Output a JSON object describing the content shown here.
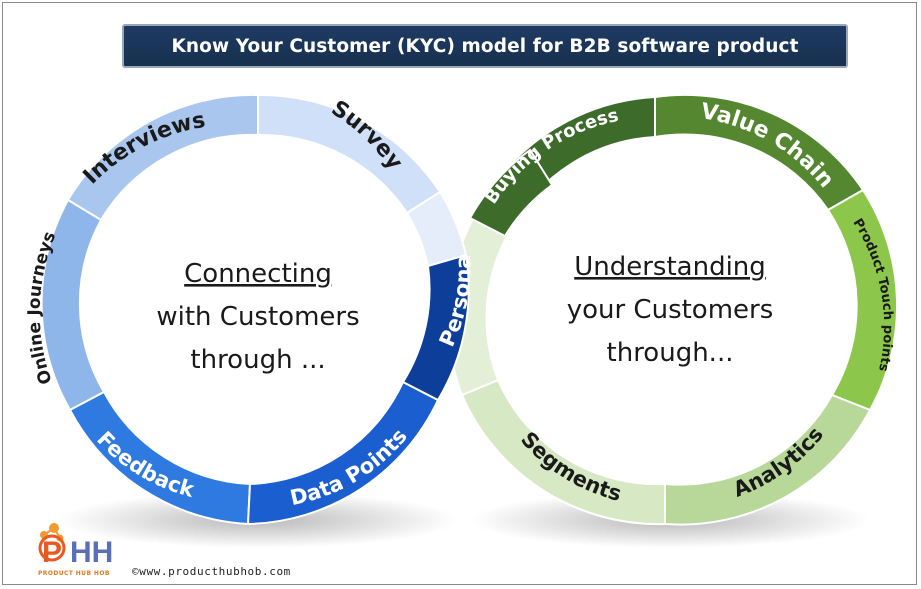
{
  "title": "Know Your Customer (KYC) model for B2B software product",
  "left_ring": {
    "center": {
      "line1": "Connecting",
      "line2": "with Customers",
      "line3": "through ..."
    },
    "segments": [
      {
        "label": "Interviews",
        "color": "#a9c6ee"
      },
      {
        "label": "Survey",
        "color": "#cfe0f8"
      },
      {
        "label": "Online  Journeys",
        "color": "#8fb6ea"
      },
      {
        "label": "Feedback",
        "color": "#2f7ae0"
      },
      {
        "label": "Data Points",
        "color": "#1a5ed0"
      },
      {
        "label": "Persona",
        "color": "#0d3f9a"
      }
    ]
  },
  "right_ring": {
    "center": {
      "line1": "Understanding",
      "line2": "your Customers",
      "line3": "through..."
    },
    "segments": [
      {
        "label": "Buying Process",
        "color": "#3d6b2a"
      },
      {
        "label": "Value Chain",
        "color": "#54872f"
      },
      {
        "label": "Product Touch points",
        "color": "#8cc64a"
      },
      {
        "label": "Analytics",
        "color": "#b8d89a"
      },
      {
        "label": "Segments",
        "color": "#d7e9c4"
      }
    ]
  },
  "footer": {
    "logo_text": "PHH",
    "logo_caption": "PRODUCT HUB HOB",
    "copyright": "©www.producthubhob.com"
  }
}
